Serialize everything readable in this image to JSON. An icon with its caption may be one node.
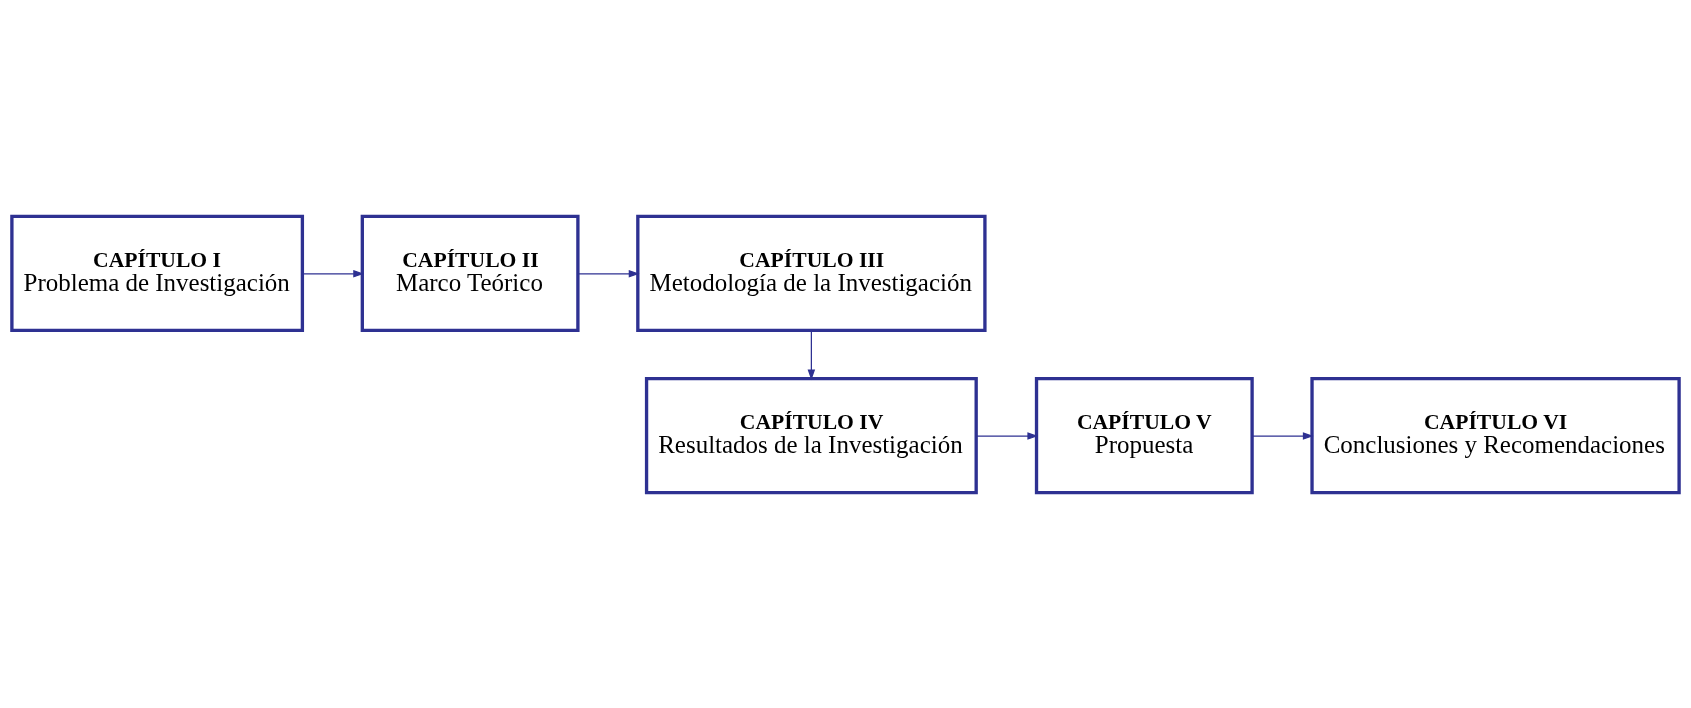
{
  "diagram": {
    "nodes": [
      {
        "text": [
          "CAPÍTULO I",
          "Problema de Investigación"
        ]
      },
      {
        "text": [
          "CAPÍTULO II",
          "Marco Teórico"
        ]
      },
      {
        "text": [
          "CAPÍTULO III",
          "Metodología de la Investigación"
        ]
      },
      {
        "text": [
          "CAPÍTULO IV",
          "Resultados de la Investigación"
        ]
      },
      {
        "text": [
          "CAPÍTULO V",
          "Propuesta"
        ]
      },
      {
        "text": [
          "CAPÍTULO VI",
          "Conclusiones y Recomendaciones"
        ]
      }
    ],
    "edges": [
      {
        "from": 0,
        "to": 1,
        "arrow": "to"
      },
      {
        "from": 1,
        "to": 2,
        "arrow": "to"
      },
      {
        "from": 2,
        "to": 3,
        "arrow": "to"
      },
      {
        "from": 3,
        "to": 4,
        "arrow": "to"
      },
      {
        "from": 4,
        "to": 5,
        "arrow": "to"
      }
    ]
  }
}
